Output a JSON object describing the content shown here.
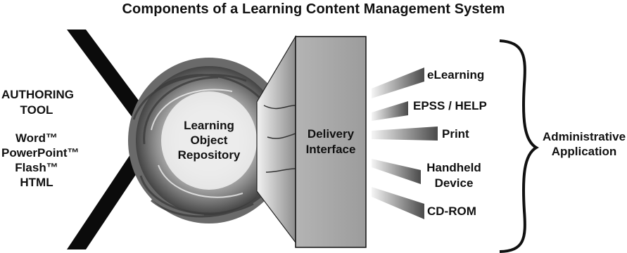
{
  "title": "Components of a Learning Content Management System",
  "authoring": {
    "heading_lines": [
      "AUTHORING",
      "TOOL"
    ],
    "tools": [
      "Word™",
      "PowerPoint™",
      "Flash™",
      "HTML"
    ]
  },
  "repository": {
    "lines": [
      "Learning",
      "Object",
      "Repository"
    ]
  },
  "delivery": {
    "lines": [
      "Delivery",
      "Interface"
    ]
  },
  "outputs": [
    "eLearning",
    "EPSS / HELP",
    "Print",
    "Handheld Device",
    "CD-ROM"
  ],
  "outputs_lines": {
    "handheld": [
      "Handheld",
      "Device"
    ]
  },
  "administrative": {
    "lines": [
      "Administrative",
      "Application"
    ]
  },
  "colors": {
    "ink": "#111111",
    "panel": "#a9a9a9",
    "swirl_dark": "#555555",
    "swirl_light": "#e6e6e6"
  }
}
